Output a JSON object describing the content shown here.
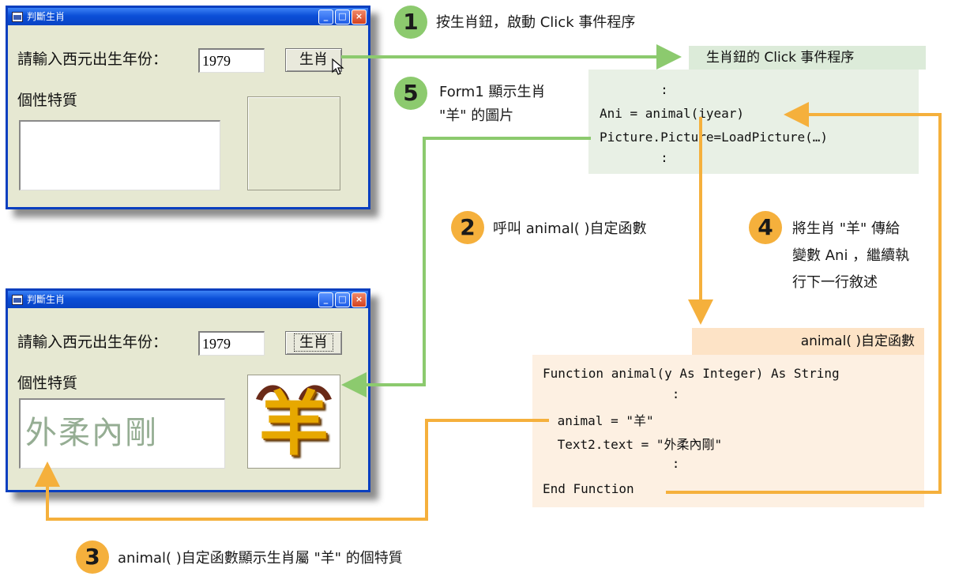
{
  "form_top": {
    "title": "判斷生肖",
    "prompt_label": "請輸入西元出生年份：",
    "year_value": "1979",
    "button_label": "生肖",
    "trait_label": "個性特質",
    "trait_text": ""
  },
  "form_bottom": {
    "title": "判斷生肖",
    "prompt_label": "請輸入西元出生年份：",
    "year_value": "1979",
    "button_label": "生肖",
    "trait_label": "個性特質",
    "trait_text": "外柔內剛",
    "picture_char": "羊"
  },
  "titlebar_buttons": {
    "minimize": "_",
    "maximize": "□",
    "close": "×"
  },
  "click_proc": {
    "header": "生肖鈕的 Click 事件程序",
    "lines": [
      "        :",
      "Ani = animal(iyear)",
      "Picture.Picture=LoadPicture(…)",
      "        :"
    ]
  },
  "animal_func": {
    "header": "animal( )自定函數",
    "lines": [
      "Function animal(y As Integer) As String",
      "                 :",
      " animal = \"羊\"",
      " Text2.text = \"外柔內剛\"",
      "                 :",
      "End Function"
    ]
  },
  "steps": [
    {
      "num": "1",
      "text": "按生肖鈕，啟動 Click 事件程序"
    },
    {
      "num": "2",
      "text": "呼叫 animal( )自定函數"
    },
    {
      "num": "3",
      "text": "animal( )自定函數顯示生肖屬 \"羊\" 的個特質"
    },
    {
      "num": "4",
      "text_lines": [
        "將生肖 \"羊\" 傳給",
        "變數 Ani ，繼續執",
        "行下一行敘述"
      ]
    },
    {
      "num": "5",
      "text_lines": [
        "Form1 顯示生肖",
        "\"羊\" 的圖片"
      ]
    }
  ],
  "colors": {
    "green": "#8cca6e",
    "orange": "#f5b03c",
    "window_blue": "#0a3fbf"
  }
}
